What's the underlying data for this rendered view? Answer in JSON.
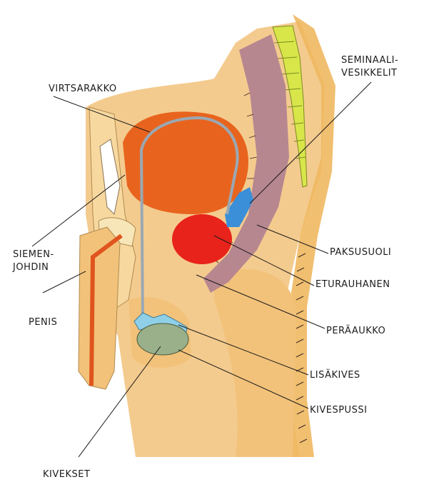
{
  "labels": {
    "seminal_vesicles_line1": "SEMINAALI-",
    "seminal_vesicles_line2": "VESIKKELIT",
    "bladder": "VIRTSARAKKO",
    "vas_deferens_line1": "SIEMEN-",
    "vas_deferens_line2": "JOHDIN",
    "penis": "PENIS",
    "colon": "PAKSUSUOLI",
    "prostate": "ETURAUHANEN",
    "anus": "PERÄAUKKO",
    "epididymis": "LISÄKIVES",
    "scrotum": "KIVESPUSSI",
    "testes": "KIVEKSET"
  },
  "colors": {
    "skin": "#f2c27a",
    "skin_light": "#f7d9a0",
    "bladder": "#e8641e",
    "prostate": "#e8231b",
    "seminal_vesicle": "#3a8fd8",
    "colon": "#b08090",
    "spine": "#d8e64a",
    "testis": "#9ab08a",
    "epididymis": "#8fd0e8",
    "duct": "#9aa8b4"
  }
}
